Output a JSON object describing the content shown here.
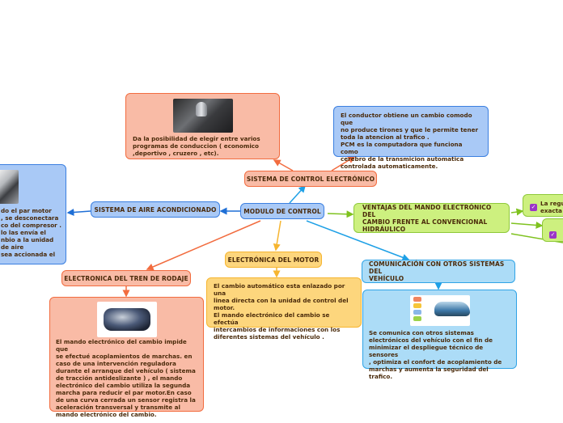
{
  "map": {
    "central": {
      "label": "MODULO DE CONTROL"
    },
    "sistema_control": {
      "label": "SISTEMA DE CONTROL ELECTRÓNICO",
      "note_left": {
        "image": "gear-shifter-photo",
        "text": "Da la posibilidad de elegir entre varios\nprogramas de conduccion (  economico\n,deportivo , cruzero , etc)."
      },
      "note_right": {
        "text": "El conductor obtiene un cambio comodo que\nno produce tirones y que le permite tener\ntoda la atencion al trafico .\nPCM es la computadora que funciona como\ncerebro de la transmicion automatica\ncontrolada automaticamente."
      }
    },
    "aire": {
      "label": "SISTEMA DE AIRE ACONDICIONADO",
      "note": {
        "image": "air-conditioning-photo",
        "text": "do el par motor\n, se desconectara\nco del compresor .\nlo las envía el\nnbio a la unidad\nde aire\nsea accionada el"
      }
    },
    "ventajas": {
      "label": "VENTAJAS DEL MANDO ELECTRÓNICO DEL\nCAMBIO FRENTE AL CONVENCIONAL\nHIDRÁULICO",
      "items": [
        {
          "text": "La regu\nexacta",
          "checked": true
        },
        {
          "text": "",
          "checked": true
        }
      ]
    },
    "motor": {
      "label": "ELECTRÓNICA DEL MOTOR",
      "note": {
        "text": "El cambio automático esta enlazado por una\nlinea directa con la unidad de control del\nmotor.\nEl mando electrónico del cambio se efectúa\nintercambios de informaciones con los\ndiferentes sistemas del vehículo ."
      }
    },
    "tren": {
      "label": "ELECTRONICA DEL TREN DE RODAJE",
      "note": {
        "image": "transmission-gearbox-photo",
        "text": "El mando electrónico del cambio impide que\nse efectué acoplamientos de marchas. en\ncaso de una intervención reguladora\ndurante el arranque del vehículo ( sistema\nde tracción antideslizante ) , el mando\nelectrónico del cambio utiliza la segunda\nmarcha para reducir el par motor.En caso\nde una curva cerrada un sensor registra la\naceleración transversal y transmite al\nmando electrónico del cambio."
      }
    },
    "comunicacion": {
      "label": "COMUNICACIÓN CON OTROS SISTEMAS DEL\nVEHÍCULO",
      "note": {
        "image": "car-sensors-diagram",
        "text": "Se comunica con otros sistemas\nelectrónicos del vehículo con el fin de\nminimizar el despliegue técnico de sensores\n, optimiza el confort de acoplamiento de\nmarchas y aumenta la seguridad del trafico."
      }
    }
  },
  "colors": {
    "salmon": "#f26c3f",
    "blue": "#1f6fd6",
    "orange": "#f6b530",
    "cyan": "#1ea0e6",
    "green": "#7fc21f",
    "check": "#9b35c8",
    "text": "#4a2a0a"
  }
}
